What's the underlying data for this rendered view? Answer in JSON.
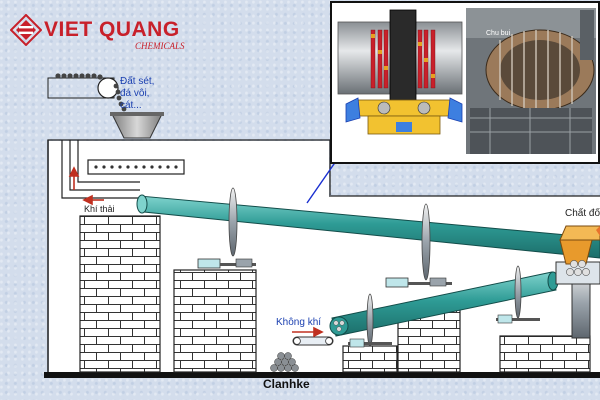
{
  "logo": {
    "title": "VIET QUANG",
    "subtitle": "CHEMICALS"
  },
  "labels": {
    "feed_material": "Đất sét,\nđá vôi,\ncát...",
    "exhaust_gas": "Khí thải",
    "air": "Không khí",
    "drop": "Chất đốt",
    "clinker": "Clanhke"
  },
  "inset": {
    "right_photo_caption": "Chu bui"
  },
  "colors": {
    "kiln": "#2e9b95",
    "brand": "#c8202a",
    "label_blue": "#1a3fb0",
    "arrow_red": "#c03020"
  }
}
